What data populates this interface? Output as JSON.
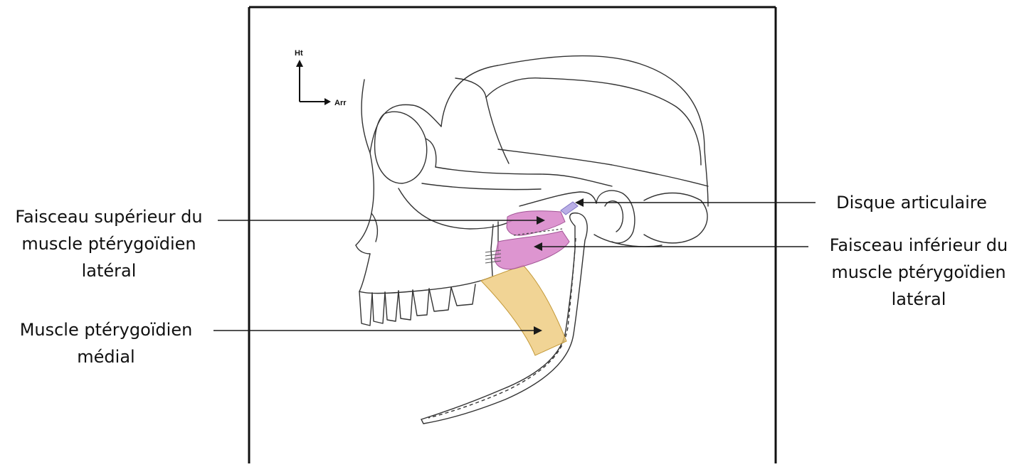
{
  "orientation": {
    "up_label": "Ht",
    "back_label": "Arr"
  },
  "labels": {
    "superior_head": [
      "Faisceau supérieur du",
      "muscle ptérygoïdien",
      "latéral"
    ],
    "medial_pterygoid": [
      "Muscle ptérygoïdien",
      "médial"
    ],
    "disc": "Disque articulaire",
    "inferior_head": [
      "Faisceau inférieur du",
      "muscle ptérygoïdien",
      "latéral"
    ]
  },
  "colors": {
    "lateral_pterygoid": "#d783c8",
    "medial_pterygoid": "#edc97a",
    "disc": "#b9aee6",
    "line": "#1a1a1a"
  }
}
